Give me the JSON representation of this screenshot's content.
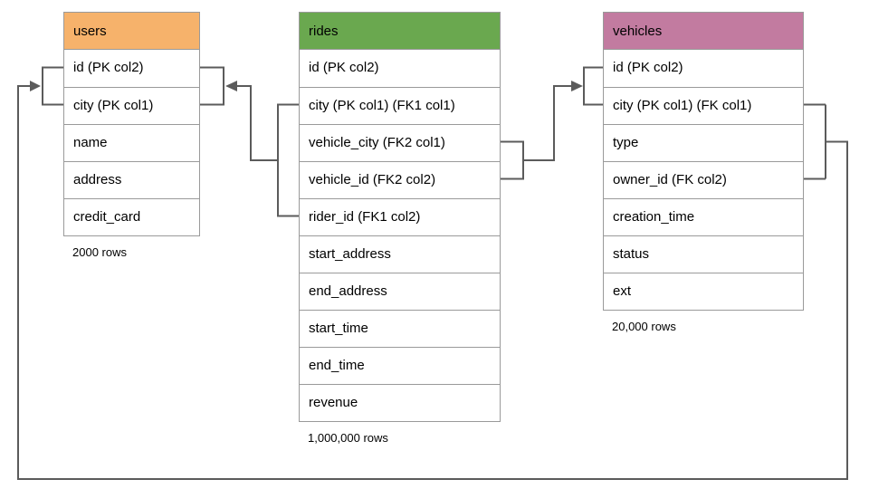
{
  "diagram": {
    "tables": [
      {
        "name": "users",
        "header_color": "#F6B26B",
        "columns": [
          "id (PK col2)",
          "city (PK col1)",
          "name",
          "address",
          "credit_card"
        ],
        "row_count_label": "2000 rows"
      },
      {
        "name": "rides",
        "header_color": "#6AA84F",
        "columns": [
          "id (PK col2)",
          "city (PK col1) (FK1 col1)",
          "vehicle_city (FK2 col1)",
          "vehicle_id (FK2 col2)",
          "rider_id (FK1 col2)",
          "start_address",
          "end_address",
          "start_time",
          "end_time",
          "revenue"
        ],
        "row_count_label": "1,000,000 rows"
      },
      {
        "name": "vehicles",
        "header_color": "#C27BA0",
        "columns": [
          "id (PK col2)",
          "city (PK col1) (FK col1)",
          "type",
          "owner_id (FK col2)",
          "creation_time",
          "status",
          "ext"
        ],
        "row_count_label": "20,000 rows"
      }
    ],
    "colors": {
      "connector": "#5B5B5B",
      "table_border": "#9A9A9A",
      "text": "#000000",
      "background": "#FFFFFF"
    }
  }
}
